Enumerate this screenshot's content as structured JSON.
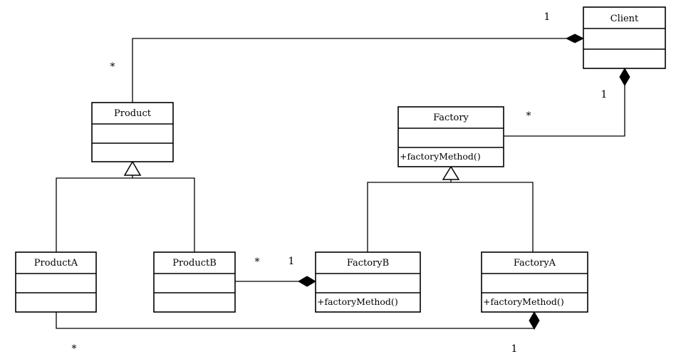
{
  "classes": {
    "client": {
      "name": "Client",
      "methods": ""
    },
    "product": {
      "name": "Product",
      "methods": ""
    },
    "factory": {
      "name": "Factory",
      "methods": "+factoryMethod()"
    },
    "product_a": {
      "name": "ProductA",
      "methods": ""
    },
    "product_b": {
      "name": "ProductB",
      "methods": ""
    },
    "factory_b": {
      "name": "FactoryB",
      "methods": "+factoryMethod()"
    },
    "factory_a": {
      "name": "FactoryA",
      "methods": "+factoryMethod()"
    }
  },
  "relationships": {
    "client_product": {
      "client_end": "1",
      "product_end": "*"
    },
    "client_factory": {
      "client_end": "1",
      "factory_end": "*"
    },
    "factoryb_productb": {
      "factoryb_end": "1",
      "productb_end": "*"
    },
    "factorya_producta": {
      "factorya_end": "1",
      "producta_end": "*"
    }
  }
}
